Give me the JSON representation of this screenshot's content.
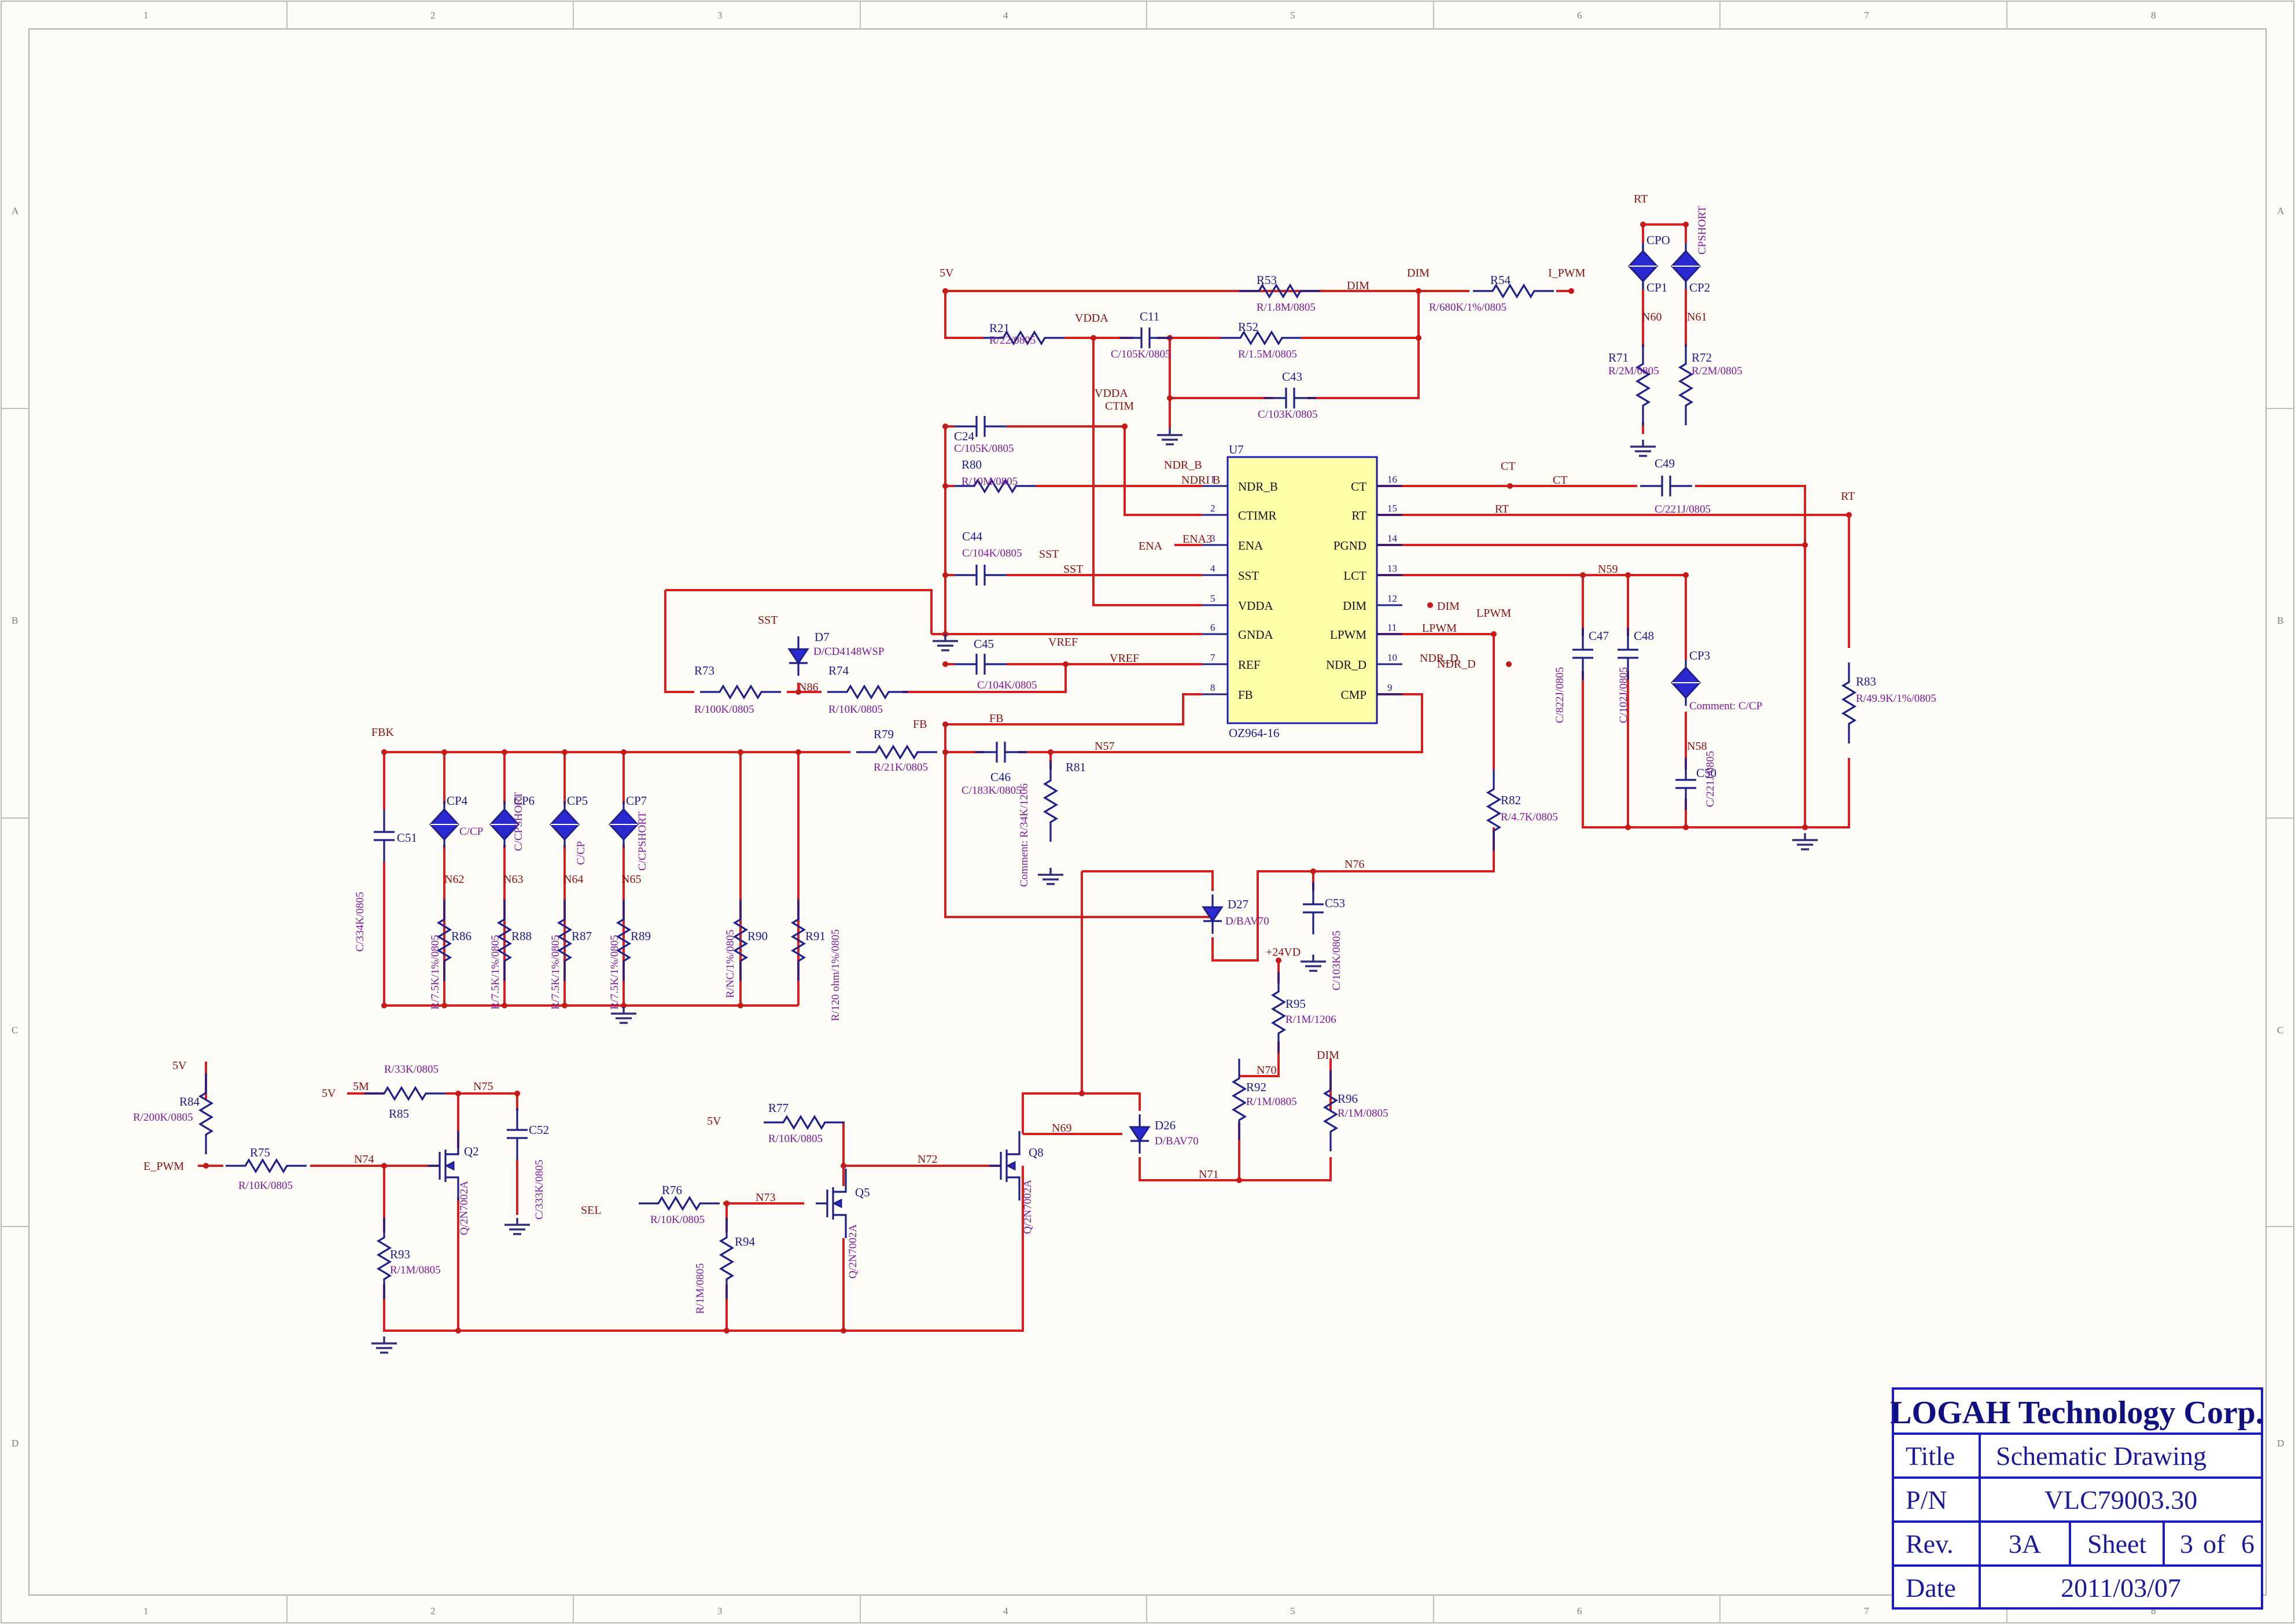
{
  "title_block": {
    "company": "LOGAH Technology Corp.",
    "title_label": "Title",
    "title": "Schematic Drawing",
    "pn_label": "P/N",
    "pn": "VLC79003.30",
    "rev_label": "Rev.",
    "rev": "3A",
    "sheet_label": "Sheet",
    "sheet": "3",
    "of_label": "of",
    "sheets": "6",
    "date_label": "Date",
    "date": "2011/03/07"
  },
  "border": {
    "cols": [
      "1",
      "2",
      "3",
      "4",
      "5",
      "6",
      "7",
      "8"
    ],
    "rows": [
      "A",
      "B",
      "C",
      "D"
    ]
  },
  "ic": {
    "ref": "U7",
    "part": "OZ964-16",
    "left_pins": [
      {
        "num": "1",
        "name": "NDR_B"
      },
      {
        "num": "2",
        "name": "CTIMR"
      },
      {
        "num": "3",
        "name": "ENA"
      },
      {
        "num": "4",
        "name": "SST"
      },
      {
        "num": "5",
        "name": "VDDA"
      },
      {
        "num": "6",
        "name": "GNDA"
      },
      {
        "num": "7",
        "name": "REF"
      },
      {
        "num": "8",
        "name": "FB"
      }
    ],
    "right_pins": [
      {
        "num": "16",
        "name": "CT"
      },
      {
        "num": "15",
        "name": "RT"
      },
      {
        "num": "14",
        "name": "PGND"
      },
      {
        "num": "13",
        "name": "LCT"
      },
      {
        "num": "12",
        "name": "DIM"
      },
      {
        "num": "11",
        "name": "LPWM"
      },
      {
        "num": "10",
        "name": "NDR_D"
      },
      {
        "num": "9",
        "name": "CMP"
      }
    ]
  },
  "resistors": [
    {
      "ref": "R53",
      "val": "R/1.8M/0805"
    },
    {
      "ref": "R54",
      "val": "R/680K/1%/0805"
    },
    {
      "ref": "R21",
      "val": "R/22/0805"
    },
    {
      "ref": "R52",
      "val": "R/1.5M/0805"
    },
    {
      "ref": "R80",
      "val": "R/10M/0805"
    },
    {
      "ref": "R71",
      "val": "R/2M/0805"
    },
    {
      "ref": "R72",
      "val": "R/2M/0805"
    },
    {
      "ref": "R73",
      "val": "R/100K/0805"
    },
    {
      "ref": "R74",
      "val": "R/10K/0805"
    },
    {
      "ref": "R79",
      "val": "R/21K/0805"
    },
    {
      "ref": "R81",
      "val": "Comment: R/34K/1206"
    },
    {
      "ref": "R82",
      "val": "R/4.7K/0805"
    },
    {
      "ref": "R83",
      "val": "R/49.9K/1%/0805"
    },
    {
      "ref": "R86",
      "val": "R/7.5K/1%/0805"
    },
    {
      "ref": "R88",
      "val": "R/7.5K/1%/0805"
    },
    {
      "ref": "R87",
      "val": "R/7.5K/1%/0805"
    },
    {
      "ref": "R89",
      "val": "R/7.5K/1%/0805"
    },
    {
      "ref": "R90",
      "val": "R/NC/1%/0805"
    },
    {
      "ref": "R91",
      "val": "R/120 ohm/1%/0805"
    },
    {
      "ref": "R84",
      "val": "R/200K/0805"
    },
    {
      "ref": "R85",
      "val": "R/33K/0805"
    },
    {
      "ref": "R75",
      "val": "R/10K/0805"
    },
    {
      "ref": "R93",
      "val": "R/1M/0805"
    },
    {
      "ref": "R77",
      "val": "R/10K/0805"
    },
    {
      "ref": "R76",
      "val": "R/10K/0805"
    },
    {
      "ref": "R94",
      "val": "R/1M/0805"
    },
    {
      "ref": "R95",
      "val": "R/1M/1206"
    },
    {
      "ref": "R92",
      "val": "R/1M/0805"
    },
    {
      "ref": "R96",
      "val": "R/1M/0805"
    }
  ],
  "capacitors": [
    {
      "ref": "C11",
      "val": "C/105K/0805"
    },
    {
      "ref": "C43",
      "val": "C/103K/0805"
    },
    {
      "ref": "C24",
      "val": "C/105K/0805"
    },
    {
      "ref": "C44",
      "val": "C/104K/0805"
    },
    {
      "ref": "C45",
      "val": "C/104K/0805"
    },
    {
      "ref": "C49",
      "val": "C/221J/0805"
    },
    {
      "ref": "C47",
      "val": "C/822J/0805"
    },
    {
      "ref": "C48",
      "val": "C/102J/0805"
    },
    {
      "ref": "C50",
      "val": "C/221J/0805"
    },
    {
      "ref": "C46",
      "val": "C/183K/0805"
    },
    {
      "ref": "C51",
      "val": "C/334K/0805"
    },
    {
      "ref": "C53",
      "val": "C/103K/0805"
    },
    {
      "ref": "C52",
      "val": "C/333K/0805"
    }
  ],
  "test_points": [
    {
      "ref": "CPO",
      "val": ""
    },
    {
      "ref": "CP1",
      "val": ""
    },
    {
      "ref": "CP2",
      "val": "CPSHORT"
    },
    {
      "ref": "CP3",
      "val": "Comment: C/CP"
    },
    {
      "ref": "CP4",
      "val": "C/CP"
    },
    {
      "ref": "CP6",
      "val": "C/CPSHORT"
    },
    {
      "ref": "CP5",
      "val": "C/CP"
    },
    {
      "ref": "CP7",
      "val": "C/CPSHORT"
    }
  ],
  "diodes": [
    {
      "ref": "D7",
      "val": "D/CD4148WSP"
    },
    {
      "ref": "D27",
      "val": "D/BAV70"
    },
    {
      "ref": "D26",
      "val": "D/BAV70"
    }
  ],
  "transistors": [
    {
      "ref": "Q2",
      "val": "Q/2N7002A"
    },
    {
      "ref": "Q5",
      "val": "Q/2N7002A"
    },
    {
      "ref": "Q8",
      "val": "Q/2N7002A"
    }
  ],
  "nets": {
    "v5": "5V",
    "dim": "DIM",
    "ipwm": "I_PWM",
    "vdda": "VDDA",
    "ctim": "CTIM",
    "ndrb": "NDR_B",
    "ndrib": "NDRI B",
    "ena": "ENA",
    "ena3": "ENA3",
    "sst": "SST",
    "vref": "VREF",
    "fb": "FB",
    "fbk": "FBK",
    "ct": "CT",
    "rt": "RT",
    "lpwm": "LPWM",
    "ndrd": "NDR_D",
    "n59": "N59",
    "n60": "N60",
    "n61": "N61",
    "n86": "N86",
    "n57": "N57",
    "n58": "N58",
    "n62": "N62",
    "n63": "N63",
    "n64": "N64",
    "n65": "N65",
    "n76": "N76",
    "v24": "+24VD",
    "n70": "N70",
    "n75": "N75",
    "n74": "N74",
    "epwm": "E_PWM",
    "sel": "SEL",
    "n73": "N73",
    "n72": "N72",
    "n69": "N69",
    "n71": "N71",
    "v5m": "5M"
  }
}
